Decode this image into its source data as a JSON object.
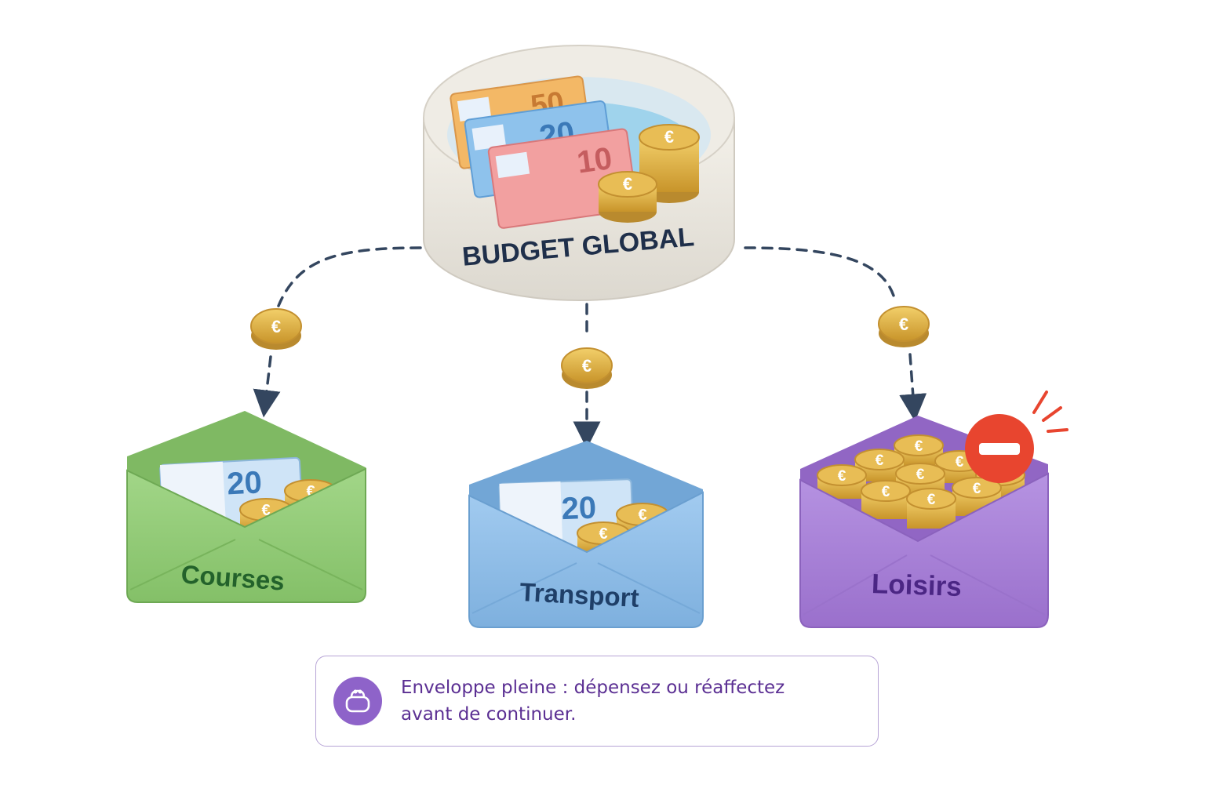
{
  "source": {
    "label": "BUDGET GLOBAL",
    "banknotes": [
      "50",
      "20",
      "10"
    ]
  },
  "envelopes": [
    {
      "label": "Courses",
      "banknote": "20",
      "color": "#93cc77",
      "text_color": "#23622b"
    },
    {
      "label": "Transport",
      "banknote": "20",
      "color": "#8fbde8",
      "text_color": "#1f3f68"
    },
    {
      "label": "Loisirs",
      "color": "#a77fd6",
      "text_color": "#4b2684",
      "status": "full"
    }
  ],
  "coin_symbol": "€",
  "notice": {
    "line1": "Enveloppe pleine : dépensez ou réaffectez",
    "line2": "avant de continuer.",
    "icon": "purse-icon",
    "accent": "#8e63c9"
  },
  "status_icon": "no-entry-icon",
  "colors": {
    "arrow": "#34465f",
    "coin": "#d8a93c",
    "no_entry": "#e8452f"
  }
}
